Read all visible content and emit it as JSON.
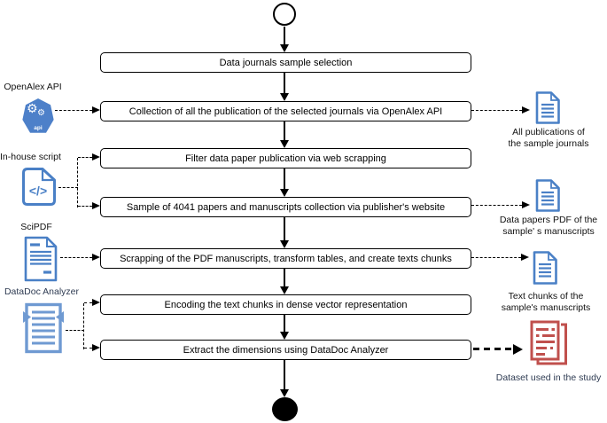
{
  "flow": {
    "boxes": [
      "Data journals sample selection",
      "Collection of all the publication of the selected journals via OpenAlex API",
      "Filter data paper publication via web scrapping",
      "Sample of 4041 papers and manuscripts collection via publisher's website",
      "Scrapping of the PDF manuscripts, transform tables, and create texts chunks",
      "Encoding the text chunks in dense vector representation",
      "Extract the dimensions using DataDoc Analyzer"
    ]
  },
  "left_tools": [
    {
      "label": "OpenAlex API"
    },
    {
      "label": "In-house script"
    },
    {
      "label": "SciPDF"
    },
    {
      "label": "DataDoc Analyzer"
    }
  ],
  "right_outputs": [
    {
      "line1": "All publications of",
      "line2": "the sample journals"
    },
    {
      "line1": "Data papers PDF of the",
      "line2": "sample' s manuscripts"
    },
    {
      "line1": "Text chunks of the",
      "line2": "sample's manuscripts"
    },
    {
      "line1": "Dataset used in the study",
      "line2": ""
    }
  ],
  "glyphs": {
    "gear": "⚙",
    "api_text": "api",
    "code_text": "</>"
  },
  "colors": {
    "icon_blue": "#4a80c6",
    "icon_light_blue": "#6f9ad2",
    "icon_red": "#c0504d",
    "navy_label": "#2e3b52",
    "line_black": "#000000"
  }
}
